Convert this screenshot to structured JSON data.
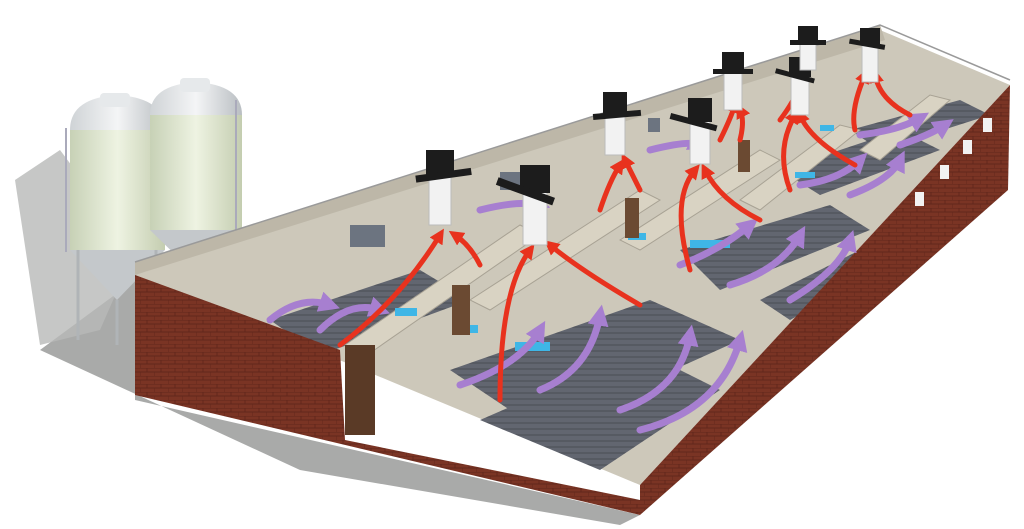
{
  "colors": {
    "background": "#ffffff",
    "brick_wall": "#7a3424",
    "interior_wall": "#d8d2c2",
    "floor": "#c9c4b6",
    "slatted_floor": "#5d6169",
    "silo_body": "#dfe8cf",
    "silo_metal": "#c9ccce",
    "chimney_cap": "#1c1c1c",
    "chimney_tube": "#f2f2f2",
    "exhaust_air_arrow": "#e8321e",
    "fresh_air_arrow": "#a77fd0",
    "water_trough": "#3fb6e6",
    "door": "#5a3a26",
    "shadow": "#a9aaa9"
  },
  "icons": {
    "silo": "feed-silo",
    "chimney": "exhaust-chimney",
    "exhaust_arrow": "curved-red-arrow",
    "fresh_air_arrow": "curved-purple-arrow"
  }
}
